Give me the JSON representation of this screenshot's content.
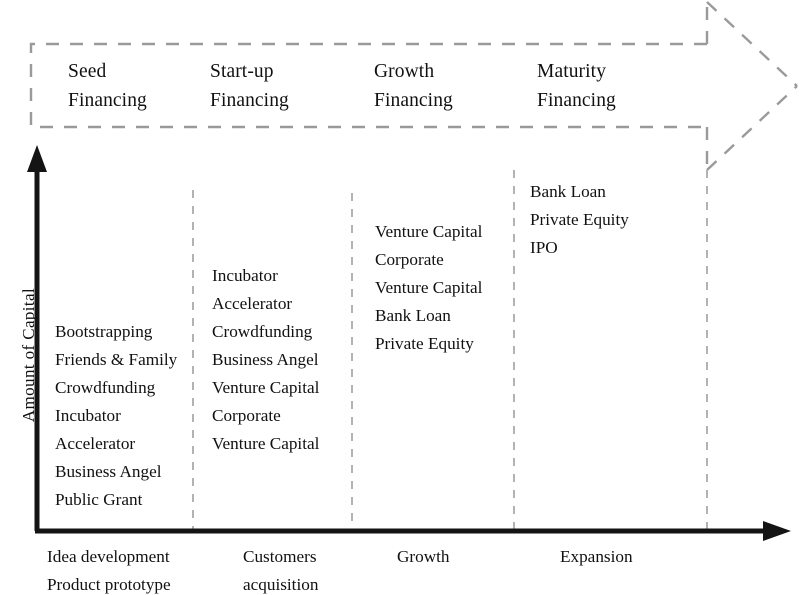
{
  "figure": {
    "banner": {
      "name": "financing-stages-arrow",
      "stages": [
        {
          "id": "seed",
          "label": "Seed\nFinancing"
        },
        {
          "id": "startup",
          "label": "Start-up\nFinancing"
        },
        {
          "id": "growth",
          "label": "Growth\nFinancing"
        },
        {
          "id": "maturity",
          "label": "Maturity\nFinancing"
        }
      ]
    },
    "axes": {
      "y_title": "Amount of  Capital",
      "x_captions": [
        {
          "id": "idea",
          "label": "Idea development\nProduct prototype"
        },
        {
          "id": "customers",
          "label": "Customers\nacquisition"
        },
        {
          "id": "growth",
          "label": "Growth"
        },
        {
          "id": "expansion",
          "label": "Expansion"
        }
      ]
    },
    "columns": [
      {
        "id": "seed",
        "instruments": "Bootstrapping\nFriends & Family\nCrowdfunding\nIncubator\nAccelerator\nBusiness Angel\nPublic Grant"
      },
      {
        "id": "startup",
        "instruments": "Incubator\nAccelerator\nCrowdfunding\nBusiness Angel\nVenture Capital\nCorporate\nVenture Capital"
      },
      {
        "id": "growth",
        "instruments": "Venture Capital\nCorporate\nVenture Capital\nBank Loan\nPrivate Equity"
      },
      {
        "id": "maturity",
        "instruments": "Bank Loan\nPrivate Equity\nIPO"
      }
    ],
    "colors": {
      "banner_stroke": "#9a9a9a",
      "divider_stroke": "#b3b3b3",
      "axis_stroke": "#141414",
      "text": "#111111",
      "background": "#ffffff"
    }
  }
}
